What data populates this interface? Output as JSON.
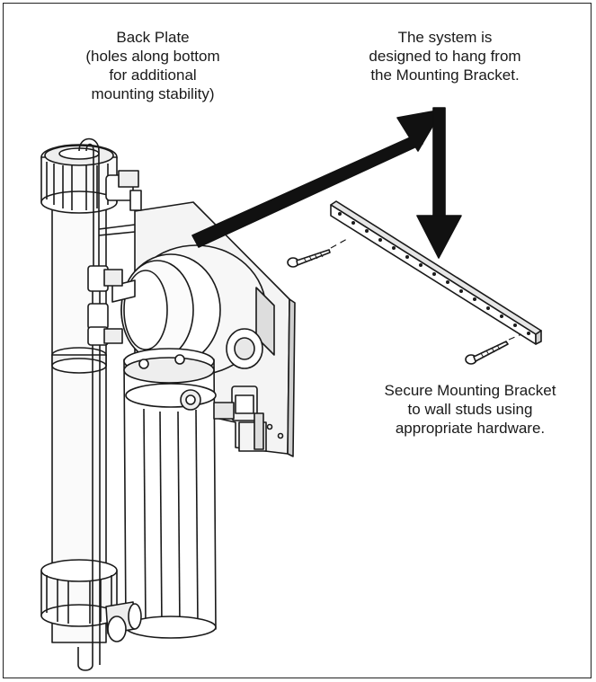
{
  "captions": {
    "back_plate": [
      "Back Plate",
      "(holes along bottom",
      "for additional",
      "mounting stability)"
    ],
    "system_hang": [
      "The system is",
      "designed to hang from",
      "the Mounting Bracket."
    ],
    "secure_bracket": [
      "Secure Mounting Bracket",
      "to wall studs using",
      "appropriate hardware."
    ]
  },
  "colors": {
    "line": "#1a1a1a",
    "arrow": "#111111",
    "fill": "#ffffff",
    "shade": "#d9d9d9"
  }
}
